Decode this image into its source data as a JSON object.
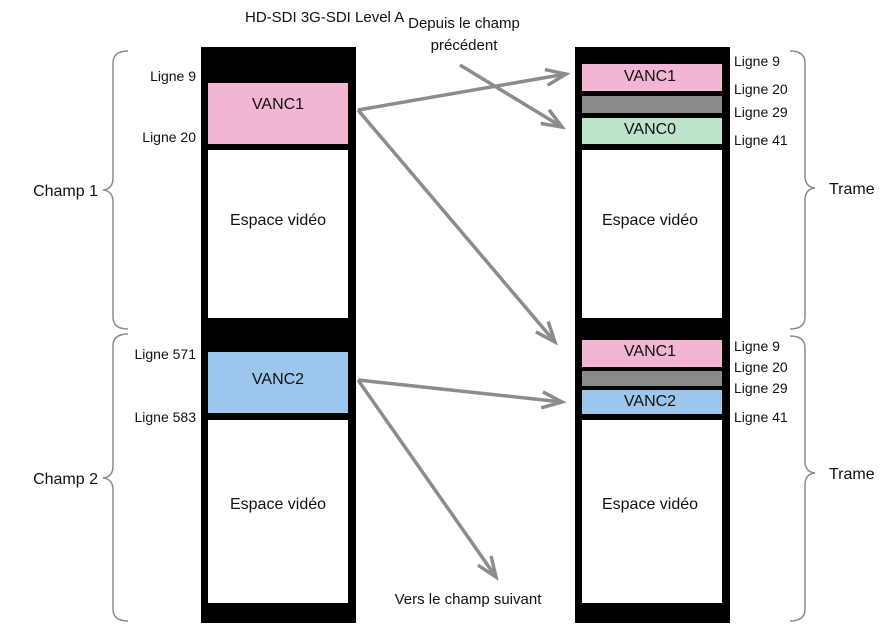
{
  "title": "HD-SDI 3G-SDI Level A",
  "notes": {
    "from_previous": [
      "Depuis le champ",
      "précédent"
    ],
    "to_next": "Vers le champ suivant"
  },
  "left": {
    "field1": {
      "label": "Champ 1",
      "line_start": "Ligne 9",
      "line_end": "Ligne 20",
      "vanc": "VANC1",
      "video": "Espace vidéo"
    },
    "field2": {
      "label": "Champ 2",
      "line_start": "Ligne 571",
      "line_end": "Ligne 583",
      "vanc": "VANC2",
      "video": "Espace vidéo"
    }
  },
  "right": {
    "frame1": {
      "label": "Trame",
      "lines": [
        "Ligne 9",
        "Ligne 20",
        "Ligne 29",
        "Ligne 41"
      ],
      "vanc_top": "VANC1",
      "vanc_bottom": "VANC0",
      "video": "Espace vidéo"
    },
    "frame2": {
      "label": "Trame",
      "lines": [
        "Ligne 9",
        "Ligne 20",
        "Ligne 29",
        "Ligne 41"
      ],
      "vanc_top": "VANC1",
      "vanc_bottom": "VANC2",
      "video": "Espace vidéo"
    }
  },
  "colors": {
    "pink": "#f2b6d3",
    "blue": "#9cc6ec",
    "green": "#bde3cb",
    "gray": "#8a8a8a",
    "black": "#000000",
    "arrow": "#8c8c8c",
    "bracket": "#8c8c8c"
  }
}
